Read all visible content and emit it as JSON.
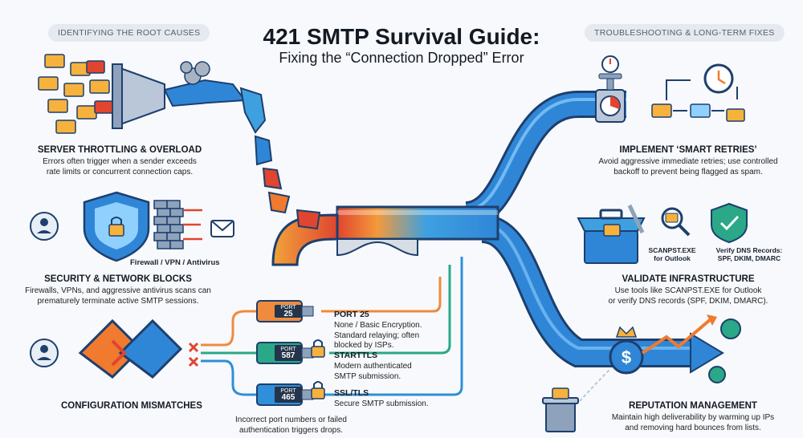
{
  "header": {
    "left_pill": "Identifying the Root Causes",
    "right_pill": "Troubleshooting & Long-Term Fixes",
    "title": "421 SMTP Survival Guide:",
    "subtitle": "Fixing the “Connection Dropped” Error"
  },
  "causes": {
    "throttling": {
      "heading": "Server Throttling & Overload",
      "body": [
        "Errors often trigger when a sender exceeds",
        "rate limits or concurrent connection caps."
      ]
    },
    "security": {
      "firewall_caption": "Firewall / VPN / Antivirus",
      "heading": "Security & Network Blocks",
      "body": [
        "Firewalls, VPNs, and aggressive antivirus scans can",
        "prematurely terminate active SMTP sessions."
      ]
    },
    "config": {
      "heading": "Configuration Mismatches",
      "footer": [
        "Incorrect port numbers or failed",
        "authentication triggers drops."
      ]
    }
  },
  "ports": [
    {
      "badge_top": "PORT",
      "badge_num": "25",
      "name": "PORT 25",
      "desc": [
        "None / Basic Encryption.",
        "Standard relaying; often",
        "blocked by ISPs."
      ],
      "color": "#f08a3c"
    },
    {
      "badge_top": "PORT",
      "badge_num": "587",
      "name": "STARTTLS",
      "desc": [
        "Modern authenticated",
        "SMTP submission."
      ],
      "color": "#2aa887"
    },
    {
      "badge_top": "PORT",
      "badge_num": "465",
      "name": "SSL/TLS",
      "desc": [
        "Secure SMTP submission."
      ],
      "color": "#2f8fd8"
    }
  ],
  "fixes": {
    "retries": {
      "heading": "Implement ‘Smart Retries’",
      "body": [
        "Avoid aggressive immediate retries; use controlled",
        "backoff to prevent being flagged as spam."
      ]
    },
    "infra": {
      "scanpst_label": [
        "SCANPST.EXE",
        "for Outlook"
      ],
      "dns_label": [
        "Verify DNS Records:",
        "SPF, DKIM, DMARC"
      ],
      "heading": "Validate Infrastructure",
      "body": [
        "Use tools like SCANPST.EXE for Outlook",
        "or verify DNS records (SPF, DKIM, DMARC)."
      ]
    },
    "reputation": {
      "heading": "Reputation Management",
      "body": [
        "Maintain high deliverability by warming up IPs",
        "and removing hard bounces from lists."
      ]
    }
  },
  "colors": {
    "pipe_blue": "#2f86d6",
    "pipe_orange": "#f07a2e",
    "pipe_red": "#e0452f",
    "accent_green": "#2aa887",
    "error_red": "#e0453a"
  }
}
